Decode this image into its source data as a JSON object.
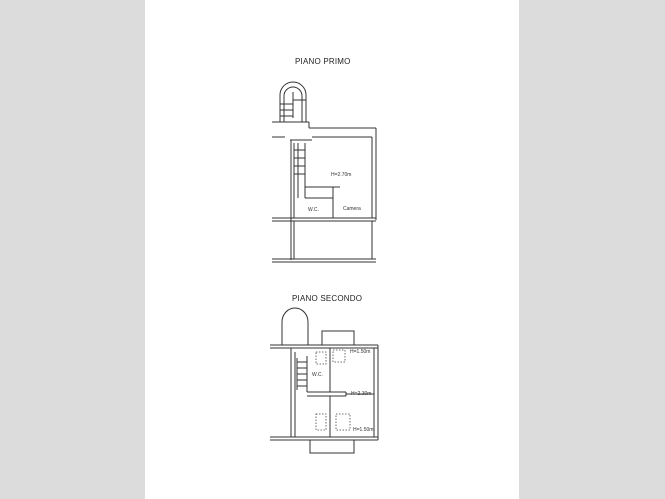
{
  "document": {
    "type": "floor-plan",
    "background_color": "#dcdcdc",
    "page_color": "#ffffff",
    "line_color": "#333333"
  },
  "plans": [
    {
      "title": "PIANO PRIMO",
      "labels": {
        "height": "H=2.70m",
        "wc": "W.C.",
        "room": "Camera"
      }
    },
    {
      "title": "PIANO SECONDO",
      "labels": {
        "wc": "W.C.",
        "height_top": "H=1.50m",
        "height_mid": "H=2.30m",
        "height_bottom": "H=1.50m"
      }
    }
  ]
}
